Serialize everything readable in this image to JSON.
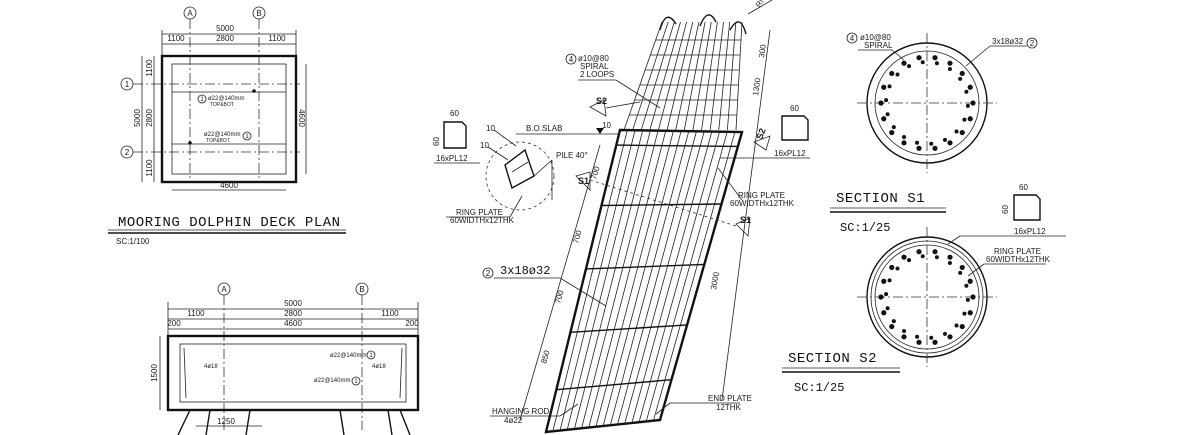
{
  "deck_plan": {
    "title": "MOORING DOLPHIN DECK PLAN",
    "scale": "SC:1/100",
    "grid_a": "A",
    "grid_b": "B",
    "grid_1": "1",
    "grid_2": "2",
    "dim_total": "5000",
    "dim_left": "1100",
    "dim_mid": "2800",
    "dim_right": "1100",
    "dim_v_top": "1100",
    "dim_v_mid": "2800",
    "dim_v_bot": "1100",
    "dim_v_total": "5000",
    "dim_right_side": "4600",
    "dim_bottom": "4600",
    "note_top": "ø22@140mm",
    "note_top2": "TOP&BOT.",
    "note_bot": "ø22@140mm",
    "note_bot2": "TOP&BOT.",
    "note_ref": "1"
  },
  "elevation": {
    "grid_a": "A",
    "grid_b": "B",
    "dim_total": "5000",
    "dim_left": "1100",
    "dim_mid": "2800",
    "dim_right": "1100",
    "dim_edge_l": "200",
    "dim_inner": "4600",
    "dim_edge_r": "200",
    "dim_height": "1500",
    "note_l": "4ø18",
    "note_r": "4ø18",
    "note_top": "ø22@140mm",
    "note_bot": "ø22@140mm",
    "note_ref": "1",
    "dim_bottom": "1250"
  },
  "pile": {
    "spiral_ref": "4",
    "spiral_1": "ø10@80",
    "spiral_2": "SPIRAL",
    "spiral_3": "2 LOOPS",
    "s2_label": "S2",
    "s1_label": "S1",
    "bo_slab": "B.O.SLAB",
    "pile_angle": "PILE 40°",
    "dim_10a": "10",
    "dim_10b": "10",
    "dim_10c": "10",
    "pl_60": "60",
    "pl_60v": "60",
    "pl_label": "16xPL12",
    "ring_1": "RING PLATE",
    "ring_2": "60WIDTHx12THK",
    "main_ref": "2",
    "main_bars": "3x18ø32",
    "dim_700a": "700",
    "dim_700b": "700",
    "dim_700c": "700",
    "dim_850": "850",
    "dim_300": "300",
    "dim_1300": "1300",
    "dim_3000": "3000",
    "pl_r_60": "60",
    "pl_r_label": "16xPL12",
    "ring_r1": "RING PLATE",
    "ring_r2": "60WIDTHx12THK",
    "hang_1": "HANGING ROD",
    "hang_2": "4ø22",
    "end_1": "END PLATE",
    "end_2": "12THK",
    "top_cut": "RN"
  },
  "section_s1": {
    "title": "SECTION S1",
    "scale": "SC:1/25",
    "spiral_ref": "4",
    "spiral_1": "ø10@80",
    "spiral_2": "SPIRAL",
    "bars": "3x18ø32",
    "bars_ref": "2"
  },
  "section_s2": {
    "title": "SECTION S2",
    "scale": "SC:1/25",
    "pl_60h": "60",
    "pl_60v": "60",
    "pl_label": "16xPL12",
    "ring_1": "RING PLATE",
    "ring_2": "60WIDTHx12THK"
  }
}
